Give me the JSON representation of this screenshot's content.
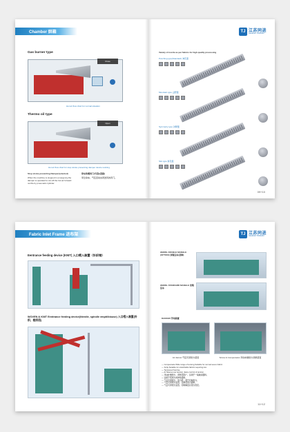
{
  "pages": {
    "chamber": {
      "header": "Chamber 烘箱",
      "logo_cn": "江苏同进",
      "logo_en": "JIANGSU TONGJIN",
      "logo_mark": "TJ",
      "gas_title": "Gas burner type",
      "gas_caption": "Hot air flow chart for normal situation",
      "close_label": "Close",
      "thermo_title": "Thermo oil type",
      "thermo_caption": "Hot air flow chart for stop stroke preventing damper device working",
      "open_label": "Open",
      "stop_en_title": "Stop stroke preventing Damper(selected)",
      "stop_en_body": "When the machine is stopped in emergency,the damper is operated to cut-off the hot air forward nozzle by pneumatic cylinder.",
      "stop_cn_title": "停车防燃风门(可选)(选装)",
      "stop_cn_body": "紧急停车，气缸自动关闭送风的风门。",
      "variety_title": "Variety of nozzle as per fabrics for high quality processing",
      "punching": "Punching type(Standard) 冲孔型",
      "mountain": "Mountain type 山形型",
      "symmetry": "Symmetry type 对称型",
      "slot": "Slot type 条孔型",
      "page_no": "09+10"
    },
    "inlet": {
      "header": "Fabric Inlet Frame 进布架",
      "logo_cn": "江苏同进",
      "logo_en": "JIANGSU TONGJIN",
      "logo_mark": "TJ",
      "knit_title": "Eentrance feeding device (KNIT) 入口喂入装置（针织物）",
      "woven_title": "WOVEN & KNIT Eentrance feeding device(Needle, spindle empti/blouse) 入口喂入装置(针织、梭织用)",
      "opt1": "2BOWL DOUBLE MANGLE (OPTION) 双辊压车(选购)",
      "opt2": "2BOWL STANDARD MANGLE 双辊压车",
      "dancer": "DANCER 浮动装置",
      "air_dancer": "Air dancer 气缸可调张力装置",
      "screw": "Screw & Compensator 浮动补偿张力调整装置",
      "bullets": [
        "— Compensate Wide range of tensing,Suitable for normal woven fabric",
        "— Scrip,Suitable for stretchable fabrics requiring low",
        "— Tensioned Sunrise",
        "— At Sleeve,Low tension, Easy control of tension",
        "— 浮动补偿张力，调整范围广，适用于一般梭织面料。",
        "— 适用于低张力的弹性面料。",
        "— 气缸可调张力，张力低，便于控制张力。",
        "— 气缸可调张力装置，适用低张力面料。",
        "— 气缸可调张力装置，控制精度高张力稳定。"
      ],
      "page_no": "11+12"
    }
  },
  "colors": {
    "brand_blue": "#1d6fb8",
    "header_blue": "#3d97d3",
    "red_fabric": "#c0302e",
    "plate_grey": "#9aa0ab"
  }
}
